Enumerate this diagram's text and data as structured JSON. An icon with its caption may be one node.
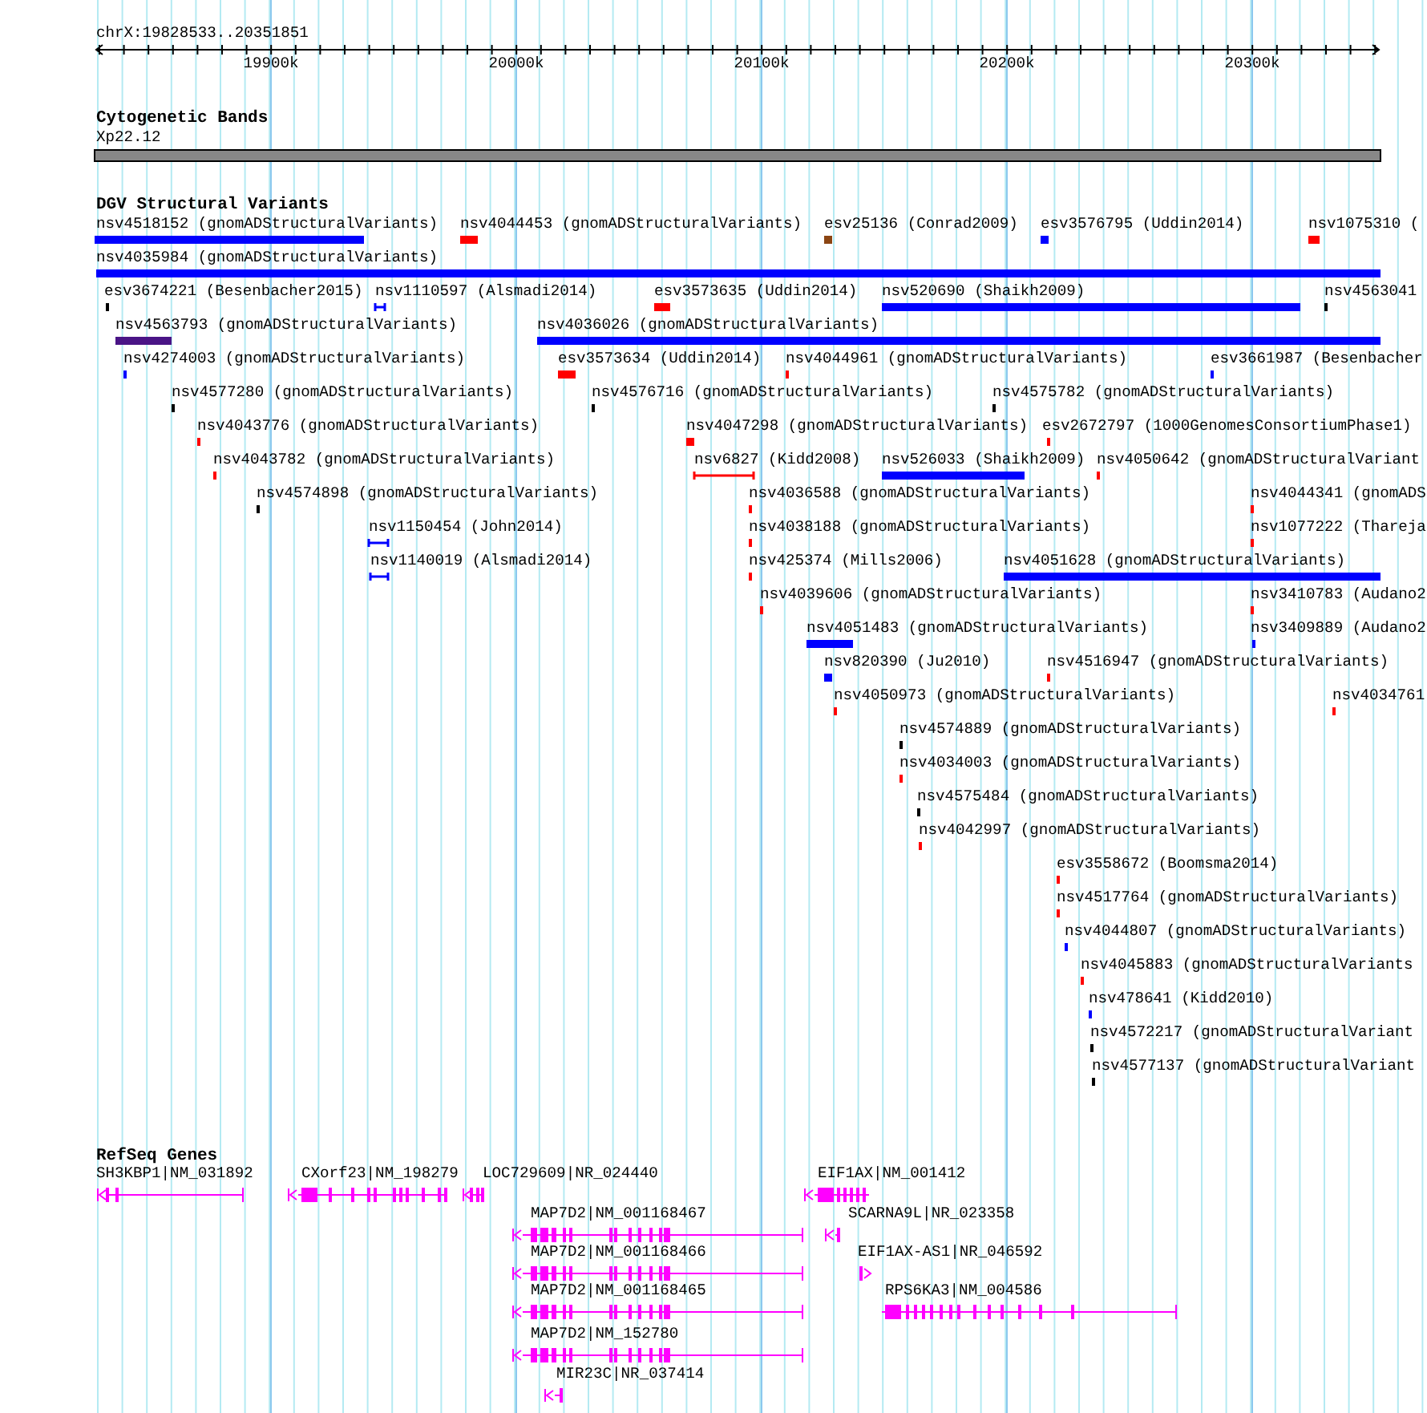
{
  "diagram": {
    "labels": [
      "chrX:19828533..20351851",
      "19900k",
      "20000k",
      "20100k",
      "20200k",
      "20300k",
      "Cytogenetic Bands",
      "Xp22.12",
      "DGV Structural Variants",
      "nsv4518152 (gnomADStructuralVariants)",
      "nsv4044453 (gnomADStructuralVariants)",
      "esv25136 (Conrad2009)",
      "esv3576795 (Uddin2014)",
      "nsv1075310 (",
      "nsv4035984 (gnomADStructuralVariants)",
      "esv3674221 (Besenbacher2015)",
      "nsv1110597 (Alsmadi2014)",
      "esv3573635 (Uddin2014)",
      "nsv520690 (Shaikh2009)",
      "nsv4563041",
      "nsv4563793 (gnomADStructuralVariants)",
      "nsv4036026 (gnomADStructuralVariants)",
      "nsv4274003 (gnomADStructuralVariants)",
      "esv3573634 (Uddin2014)",
      "nsv4044961 (gnomADStructuralVariants)",
      "esv3661987 (Besenbacher",
      "nsv4577280 (gnomADStructuralVariants)",
      "nsv4576716 (gnomADStructuralVariants)",
      "nsv4575782 (gnomADStructuralVariants)",
      "nsv4043776 (gnomADStructuralVariants)",
      "nsv4047298 (gnomADStructuralVariants)",
      "esv2672797 (1000GenomesConsortiumPhase1)",
      "nsv4043782 (gnomADStructuralVariants)",
      "nsv6827 (Kidd2008)",
      "nsv526033 (Shaikh2009)",
      "nsv4050642 (gnomADStructuralVariant",
      "nsv4574898 (gnomADStructuralVariants)",
      "nsv4036588 (gnomADStructuralVariants)",
      "nsv4044341 (gnomADS",
      "nsv1150454 (John2014)",
      "nsv4038188 (gnomADStructuralVariants)",
      "nsv1077222 (Thareja",
      "nsv1140019 (Alsmadi2014)",
      "nsv425374 (Mills2006)",
      "nsv4051628 (gnomADStructuralVariants)",
      "nsv4039606 (gnomADStructuralVariants)",
      "nsv3410783 (Audano2",
      "nsv4051483 (gnomADStructuralVariants)",
      "nsv3409889 (Audano2",
      "nsv820390 (Ju2010)",
      "nsv4516947 (gnomADStructuralVariants)",
      "nsv4050973 (gnomADStructuralVariants)",
      "nsv4034761",
      "nsv4574889 (gnomADStructuralVariants)",
      "nsv4034003 (gnomADStructuralVariants)",
      "nsv4575484 (gnomADStructuralVariants)",
      "nsv4042997 (gnomADStructuralVariants)",
      "esv3558672 (Boomsma2014)",
      "nsv4517764 (gnomADStructuralVariants)",
      "nsv4044807 (gnomADStructuralVariants)",
      "nsv4045883 (gnomADStructuralVariants",
      "nsv478641 (Kidd2010)",
      "nsv4572217 (gnomADStructuralVariant",
      "nsv4577137 (gnomADStructuralVariant",
      "RefSeq Genes",
      "SH3KBP1|NM_031892",
      "CXorf23|NM_198279",
      "LOC729609|NR_024440",
      "EIF1AX|NM_001412",
      "MAP7D2|NM_001168467",
      "SCARNA9L|NR_023358",
      "MAP7D2|NM_001168466",
      "EIF1AX-AS1|NR_046592",
      "MAP7D2|NM_001168465",
      "RPS6KA3|NM_004586",
      "MAP7D2|NM_152780",
      "MIR23C|NR_037414"
    ]
  }
}
